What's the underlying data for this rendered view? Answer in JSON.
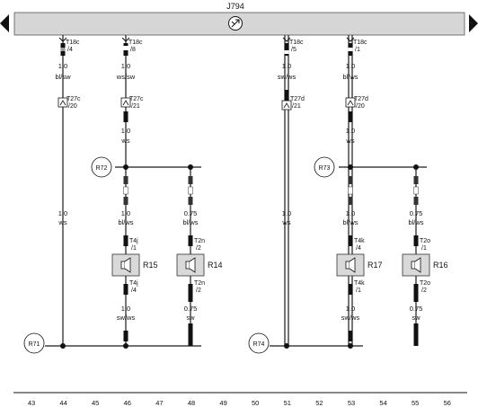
{
  "unit_label": "J794",
  "columns": [
    "43",
    "44",
    "45",
    "46",
    "47",
    "48",
    "49",
    "50",
    "51",
    "52",
    "53",
    "54",
    "55",
    "56"
  ],
  "connectors_top": [
    {
      "id": "col44",
      "name": "T18c",
      "pin": "/4"
    },
    {
      "id": "col46",
      "name": "T18c",
      "pin": "/8"
    },
    {
      "id": "col51",
      "name": "T18c",
      "pin": "/5"
    },
    {
      "id": "col53",
      "name": "T18c",
      "pin": "/1"
    }
  ],
  "wires_upper": [
    {
      "id": "col44",
      "size": "1.0",
      "color": "bl/sw"
    },
    {
      "id": "col46",
      "size": "1.0",
      "color": "ws/sw"
    },
    {
      "id": "col51",
      "size": "1.0",
      "color": "sw/ws"
    },
    {
      "id": "col53",
      "size": "1.0",
      "color": "bl/ws"
    }
  ],
  "connectors_mid": [
    {
      "id": "col44",
      "name": "T27c",
      "pin": "/20"
    },
    {
      "id": "col46",
      "name": "T27c",
      "pin": "/21"
    },
    {
      "id": "col51",
      "name": "T27d",
      "pin": "/21"
    },
    {
      "id": "col53",
      "name": "T27d",
      "pin": "/20"
    }
  ],
  "wires_mid": [
    {
      "id": "col46",
      "size": "1.0",
      "color": "ws"
    },
    {
      "id": "col53",
      "size": "1.0",
      "color": "ws"
    }
  ],
  "refs": [
    "R72",
    "R73",
    "R71",
    "R74"
  ],
  "wires_lower": [
    {
      "id": "col44",
      "size": "1.0",
      "color": "ws"
    },
    {
      "id": "col46",
      "size": "1.0",
      "color": "bl/ws"
    },
    {
      "id": "col48",
      "size": "0.75",
      "color": "bl/ws"
    },
    {
      "id": "col51",
      "size": "1.0",
      "color": "ws"
    },
    {
      "id": "col53",
      "size": "1.0",
      "color": "bl/ws"
    },
    {
      "id": "col55",
      "size": "0.75",
      "color": "bl/ws"
    }
  ],
  "speakers": [
    {
      "id": "col46",
      "name": "R15",
      "top_conn": "T4j",
      "top_pin": "/1",
      "bot_conn": "T4j",
      "bot_pin": "/4"
    },
    {
      "id": "col48",
      "name": "R14",
      "top_conn": "T2n",
      "top_pin": "/2",
      "bot_conn": "T2n",
      "bot_pin": "/2"
    },
    {
      "id": "col53",
      "name": "R17",
      "top_conn": "T4k",
      "top_pin": "/4",
      "bot_conn": "T4k",
      "bot_pin": "/1"
    },
    {
      "id": "col55",
      "name": "R16",
      "top_conn": "T2o",
      "top_pin": "/1",
      "bot_conn": "T2o",
      "bot_pin": "/2"
    }
  ],
  "wires_bottom": [
    {
      "id": "col46",
      "size": "1.0",
      "color": "sw/ws"
    },
    {
      "id": "col48",
      "size": "0.75",
      "color": "sw"
    },
    {
      "id": "col53",
      "size": "1.0",
      "color": "sw/ws"
    },
    {
      "id": "col55",
      "size": "0.75",
      "color": "sw"
    }
  ],
  "colors": {
    "line": "#1a1a1a",
    "box": "#d9d9d9",
    "bar": "#d6d6d6",
    "bar_border": "#555555"
  },
  "icons": {
    "left": "triangle-left-icon",
    "right": "triangle-right-icon",
    "hub": "circuit-symbol-icon",
    "speaker": "speaker-icon"
  }
}
